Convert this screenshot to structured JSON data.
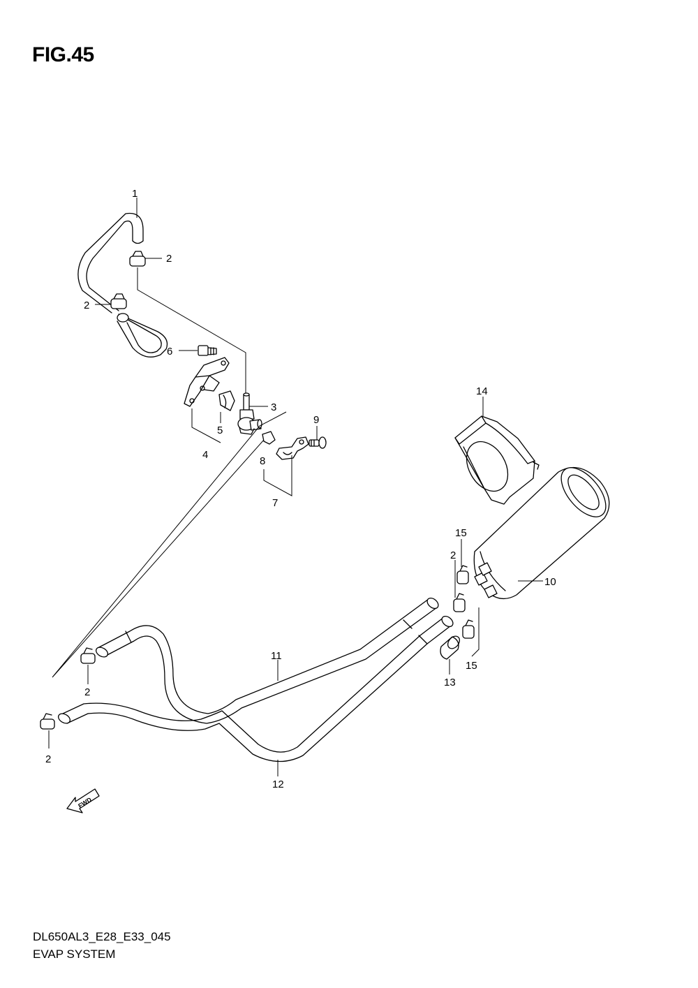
{
  "figure": {
    "title": "FIG.45",
    "code": "DL650AL3_E28_E33_045",
    "name": "EVAP SYSTEM"
  },
  "fwd_badge": "FWD",
  "callouts": [
    "1",
    "2",
    "2",
    "3",
    "4",
    "5",
    "6",
    "7",
    "8",
    "9",
    "10",
    "11",
    "12",
    "13",
    "14",
    "15",
    "15",
    "2",
    "2",
    "2",
    "2"
  ]
}
